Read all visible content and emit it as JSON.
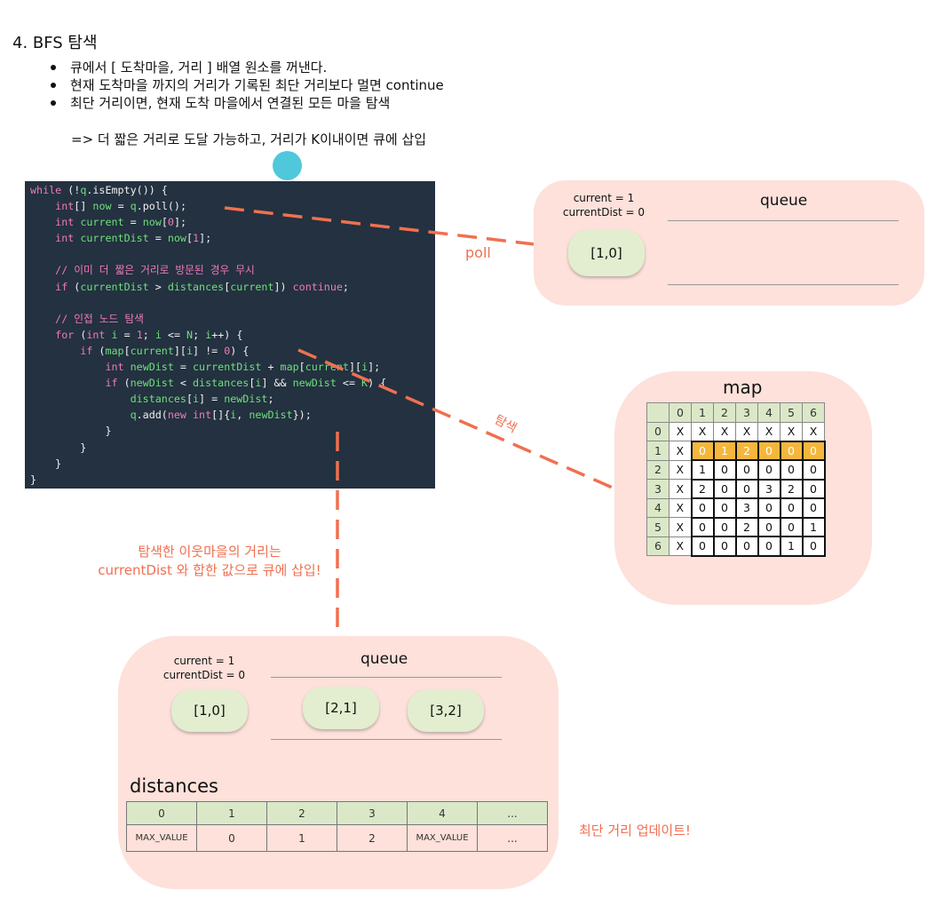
{
  "title": "4. BFS 탐색",
  "bullets": [
    "큐에서 [ 도착마을, 거리 ] 배열 원소를 꺼낸다.",
    "현재 도착마을 까지의 거리가 기록된 최단 거리보다 멀면 continue",
    "최단 거리이면,  현재 도착 마을에서 연결된 모든 마을 탐색"
  ],
  "bullet_sub": "=> 더 짧은 거리로 도달 가능하고, 거리가 K이내이면 큐에 삽입",
  "code": {
    "lines": [
      "while (!q.isEmpty()) {",
      "    int[] now = q.poll();",
      "    int current = now[0];",
      "    int currentDist = now[1];",
      "",
      "    // 이미 더 짧은 거리로 방문된 경우 무시",
      "    if (currentDist > distances[current]) continue;",
      "",
      "    // 인접 노드 탐색",
      "    for (int i = 1; i <= N; i++) {",
      "        if (map[current][i] != 0) {",
      "            int newDist = currentDist + map[current][i];",
      "            if (newDist < distances[i] && newDist <= K) {",
      "                distances[i] = newDist;",
      "                q.add(new int[]{i, newDist});",
      "            }",
      "        }",
      "    }",
      "}"
    ]
  },
  "annotations": {
    "poll": "poll",
    "search": "탐색",
    "insert_line1": "탐색한 이웃마을의 거리는",
    "insert_line2": "currentDist 와 합한 값으로 큐에 삽입!",
    "update": "최단 거리 업데이트!"
  },
  "top_panel": {
    "current": "current = 1",
    "current_dist": "currentDist = 0",
    "queue_title": "queue",
    "now_pill": "[1,0]"
  },
  "map_panel": {
    "title": "map",
    "header": [
      "",
      "0",
      "1",
      "2",
      "3",
      "4",
      "5",
      "6"
    ],
    "rows": [
      [
        "0",
        "X",
        "X",
        "X",
        "X",
        "X",
        "X",
        "X"
      ],
      [
        "1",
        "X",
        "0",
        "1",
        "2",
        "0",
        "0",
        "0"
      ],
      [
        "2",
        "X",
        "1",
        "0",
        "0",
        "0",
        "0",
        "0"
      ],
      [
        "3",
        "X",
        "2",
        "0",
        "0",
        "3",
        "2",
        "0"
      ],
      [
        "4",
        "X",
        "0",
        "0",
        "3",
        "0",
        "0",
        "0"
      ],
      [
        "5",
        "X",
        "0",
        "0",
        "2",
        "0",
        "0",
        "1"
      ],
      [
        "6",
        "X",
        "0",
        "0",
        "0",
        "0",
        "1",
        "0"
      ]
    ],
    "highlight_row": "1",
    "highlight_color": "#f5b73b"
  },
  "bottom_panel": {
    "current": "current = 1",
    "current_dist": "currentDist = 0",
    "queue_title": "queue",
    "now_pill": "[1,0]",
    "queue_items": [
      "[2,1]",
      "[3,2]"
    ],
    "distances_title": "distances",
    "dist_header": [
      "0",
      "1",
      "2",
      "3",
      "4",
      "..."
    ],
    "dist_values": [
      "MAX_VALUE",
      "0",
      "1",
      "2",
      "MAX_VALUE",
      "..."
    ]
  },
  "colors": {
    "panel_bg": "#fde1da",
    "code_bg": "#233140",
    "accent_orange": "#f07050",
    "pill_bg": "#e2eecf",
    "header_green": "#dbe8c8",
    "cyan_dot": "#4fc8dc"
  }
}
